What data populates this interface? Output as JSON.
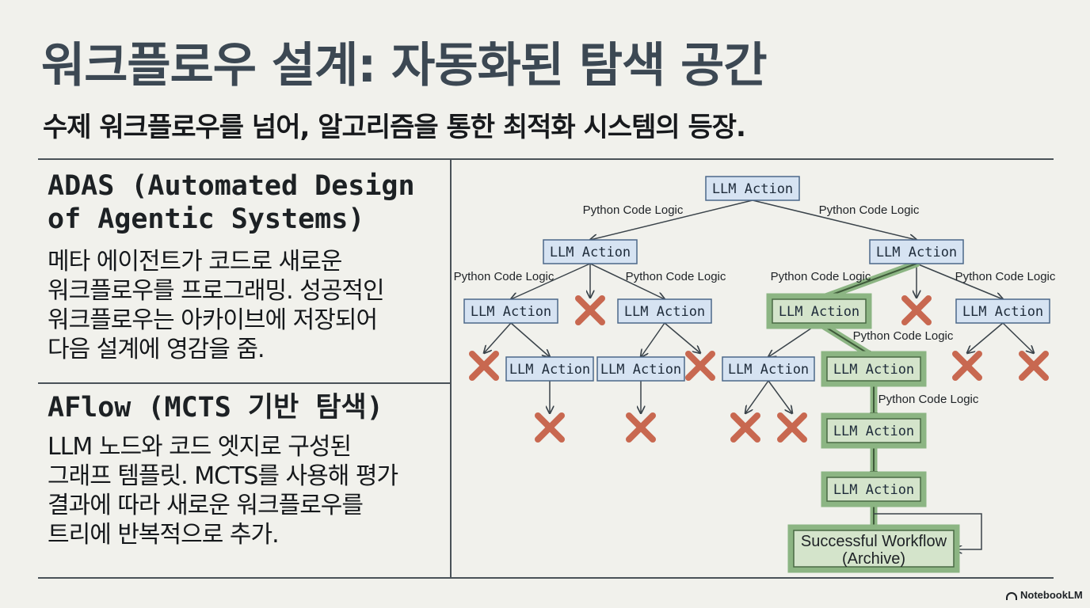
{
  "title": "워크플로우 설계: 자동화된 탐색 공간",
  "subtitle": "수제 워크플로우를 넘어, 알고리즘을 통한 최적화 시스템의 등장.",
  "sections": [
    {
      "title_lines": [
        "ADAS (Automated Design",
        "of Agentic Systems)"
      ],
      "body_lines": [
        "메타 에이전트가 코드로 새로운",
        "워크플로우를 프로그래밍. 성공적인",
        "워크플로우는 아카이브에 저장되어",
        "다음 설계에 영감을 줌."
      ]
    },
    {
      "title_lines": [
        "AFlow (MCTS 기반 탐색)"
      ],
      "body_lines": [
        "LLM 노드와 코드 엣지로 구성된",
        "그래프 템플릿. MCTS를 사용해 평가",
        "결과에 따라 새로운 워크플로우를",
        "트리에 반복적으로 추가."
      ]
    }
  ],
  "diagram": {
    "node_label": "LLM Action",
    "edge_label": "Python Code Logic",
    "final_node_lines": [
      "Successful Workflow",
      "(Archive)"
    ],
    "colors": {
      "node_fill": "#d6e3f2",
      "success_fill": "#d4e4cb",
      "success_glow": "#8cb583",
      "failure_mark": "#c86850"
    }
  },
  "brand": "NotebookLM"
}
